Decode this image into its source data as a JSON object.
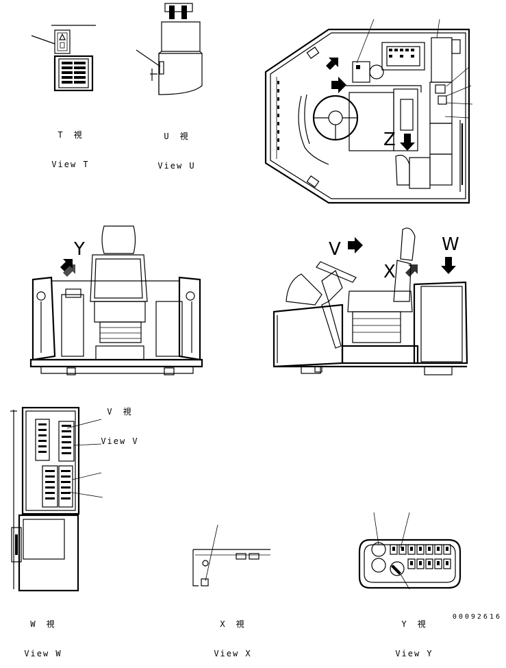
{
  "views": {
    "t": {
      "label_jp": "T　視",
      "label_en": "View T"
    },
    "u": {
      "label_jp": "U　視",
      "label_en": "View U"
    },
    "v": {
      "label_jp": "V　視",
      "label_en": "View V"
    },
    "w": {
      "label_jp": "W　視",
      "label_en": "View W"
    },
    "x": {
      "label_jp": "X　視",
      "label_en": "View X"
    },
    "y": {
      "label_jp": "Y　視",
      "label_en": "View Y"
    }
  },
  "markers": {
    "y": "Y",
    "v": "V",
    "x": "X",
    "w": "W",
    "z": "Z"
  },
  "drawing_number": "00092616"
}
